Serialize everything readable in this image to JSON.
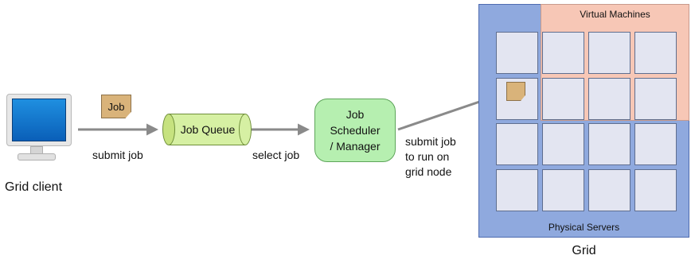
{
  "client": {
    "label": "Grid client"
  },
  "job": {
    "label": "Job"
  },
  "queue": {
    "label": "Job Queue"
  },
  "scheduler": {
    "lines": [
      "Job",
      "Scheduler",
      "/ Manager"
    ]
  },
  "edges": {
    "submit": "submit job",
    "select": "select job",
    "dispatch": [
      "submit job",
      "to run on",
      "grid node"
    ]
  },
  "grid": {
    "title": "Grid",
    "virtual_machines_label": "Virtual Machines",
    "physical_servers_label": "Physical Servers"
  },
  "colors": {
    "queue_fill": "#d6f0a3",
    "scheduler_fill": "#b6efb0",
    "grid_fill": "#8fa9de",
    "vm_fill": "#f7c7b6",
    "job_fill": "#d9b37a",
    "arrow": "#8a8a8a"
  }
}
